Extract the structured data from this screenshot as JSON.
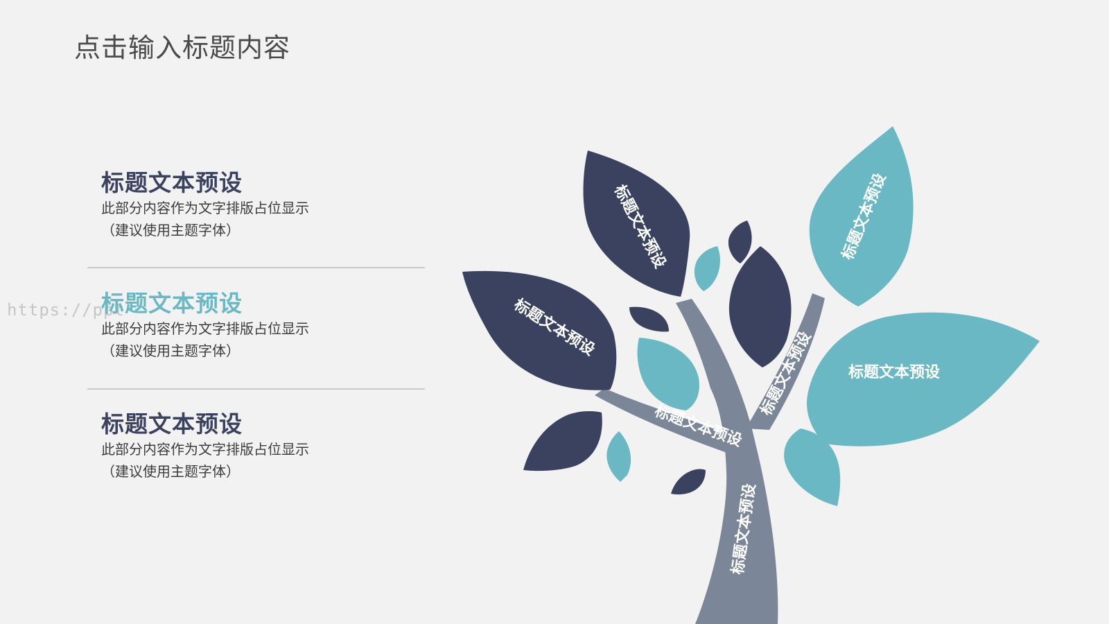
{
  "slide": {
    "title": "点击输入标题内容",
    "watermark": "https://ppt"
  },
  "items": [
    {
      "heading": "标题文本预设",
      "line1": "此部分内容作为文字排版占位显示",
      "line2": "（建议使用主题字体）"
    },
    {
      "heading": "标题文本预设",
      "line1": "此部分内容作为文字排版占位显示",
      "line2": "（建议使用主题字体）"
    },
    {
      "heading": "标题文本预设",
      "line1": "此部分内容作为文字排版占位显示",
      "line2": "（建议使用主题字体）"
    }
  ],
  "tree": {
    "labels": {
      "leaf_top_left": "标题文本预设",
      "leaf_left": "标题文本预设",
      "leaf_top_right": "标题文本预设",
      "leaf_right": "标题文本预设",
      "branch_right": "标题文本预设",
      "branch_left": "标题文本预设",
      "trunk": "标题文本预设"
    },
    "colors": {
      "navy": "#3a4260",
      "teal": "#6ab8c4",
      "trunk": "#7b8699"
    }
  }
}
